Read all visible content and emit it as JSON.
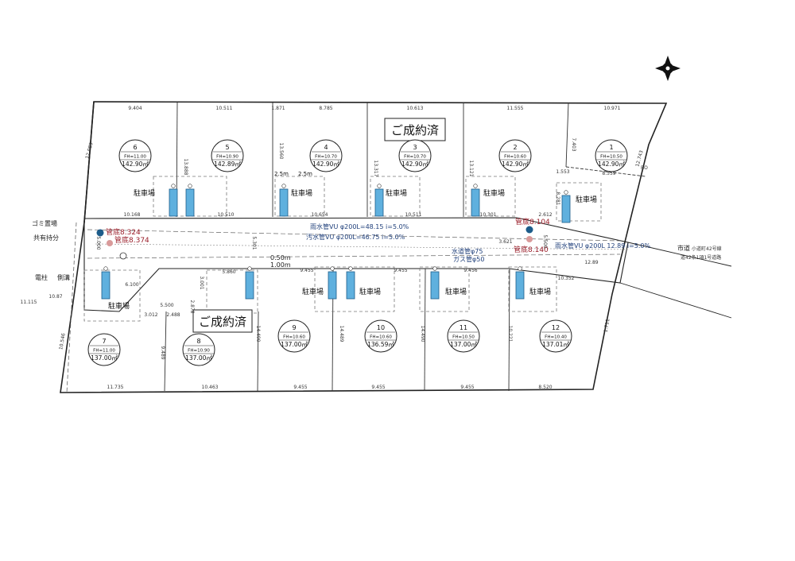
{
  "compass": {
    "icon": "compass-rose-icon"
  },
  "status": {
    "sold": "ご成約済"
  },
  "parking_label": "駐車場",
  "road_width_label": "2.5m",
  "lots": [
    {
      "no": "1",
      "fh": "FH=10.50",
      "area": "142.90㎡"
    },
    {
      "no": "2",
      "fh": "FH=10.60",
      "area": "142.90㎡"
    },
    {
      "no": "3",
      "fh": "FH=10.70",
      "area": "142.90㎡"
    },
    {
      "no": "4",
      "fh": "FH=10.70",
      "area": "142.90㎡"
    },
    {
      "no": "5",
      "fh": "FH=10.90",
      "area": "142.89㎡"
    },
    {
      "no": "6",
      "fh": "FH=11.00",
      "area": "142.90㎡"
    },
    {
      "no": "7",
      "fh": "FH=11.00",
      "area": "137.00㎡"
    },
    {
      "no": "8",
      "fh": "FH=10.90",
      "area": "137.00㎡"
    },
    {
      "no": "9",
      "fh": "FH=10.60",
      "area": "137.00㎡"
    },
    {
      "no": "10",
      "fh": "FH=10.60",
      "area": "136.59㎡"
    },
    {
      "no": "11",
      "fh": "FH=10.50",
      "area": "137.00㎡"
    },
    {
      "no": "12",
      "fh": "FH=10.40",
      "area": "137.01㎡"
    }
  ],
  "dims": {
    "top": [
      "9.404",
      "10.511",
      "1.871",
      "8.785",
      "10.613",
      "11.555",
      "10.971"
    ],
    "bottom": [
      "11.735",
      "10.463",
      "9.455",
      "9.455",
      "9.455",
      "8.520"
    ],
    "road_north": [
      "10.168",
      "10.510",
      "10.654",
      "10.511",
      "10.301",
      "2.612"
    ],
    "road_south": [
      "3.012",
      "2.488",
      "5.500",
      "5.860",
      "9.455",
      "9.455",
      "9.456",
      "10.352"
    ],
    "depth": [
      "12.085",
      "13.888",
      "13.560",
      "13.317",
      "13.121",
      "7.403",
      "12.743"
    ],
    "depth_s": [
      "10.546",
      "9.489",
      "2.878",
      "3.001",
      "14.490",
      "14.489",
      "14.490",
      "10.221",
      "1.711"
    ],
    "misc": [
      "8.281",
      "1.553",
      "8.559",
      "5.301",
      "5.500",
      "6.100",
      "3.621",
      "5.000",
      "12.89",
      "10.87",
      "11.115"
    ]
  },
  "labels": {
    "garbage": "ゴミ置場",
    "shared": "共有持分",
    "pole": "電柱",
    "side_road": "側溝",
    "municipal_road": "市道",
    "road_name": "小道町42号線",
    "road_sub": "道42条1項1号道路",
    "ro": "RO",
    "bottom_marks": [
      "0.50m",
      "1.00m"
    ]
  },
  "pipes": {
    "rain": "雨水管VU φ200L=48.15 i=5.0%",
    "sewage": "汚水管VU φ200L=46.75 i=5.0%",
    "water": "水道管φ75",
    "gas": "ガス管φ50",
    "kandai1": "管底8.374",
    "kandai2": "管底8.140",
    "kandai3": "管底8.324",
    "kandai4": "管底8.104",
    "side_e": "雨水管VU φ200L 12.89 i=5.0%"
  }
}
